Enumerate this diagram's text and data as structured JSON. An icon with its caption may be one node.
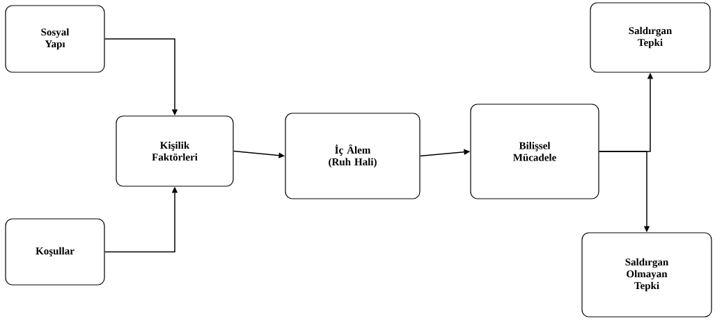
{
  "diagram": {
    "nodes": [
      {
        "text": [
          "Sosyal Yapı"
        ]
      },
      {
        "text": [
          "Koşullar"
        ]
      },
      {
        "text": [
          "Kişilik Faktörleri"
        ]
      },
      {
        "text": [
          "İç Âlem (Ruh Hali)"
        ]
      },
      {
        "text": [
          "Bilişsel Mücadele"
        ]
      },
      {
        "text": [
          "Saldırgan Tepki"
        ]
      },
      {
        "text": [
          "Saldırgan Olmayan Tepki"
        ]
      }
    ],
    "edges": [
      {
        "from": 0,
        "to": 2,
        "arrow": "to"
      },
      {
        "from": 1,
        "to": 2,
        "arrow": "to"
      },
      {
        "from": 2,
        "to": 3,
        "arrow": "to"
      },
      {
        "from": 3,
        "to": 4,
        "arrow": "to"
      },
      {
        "from": 4,
        "to": 5,
        "arrow": "to"
      },
      {
        "from": 4,
        "to": 6,
        "arrow": "to"
      }
    ]
  }
}
